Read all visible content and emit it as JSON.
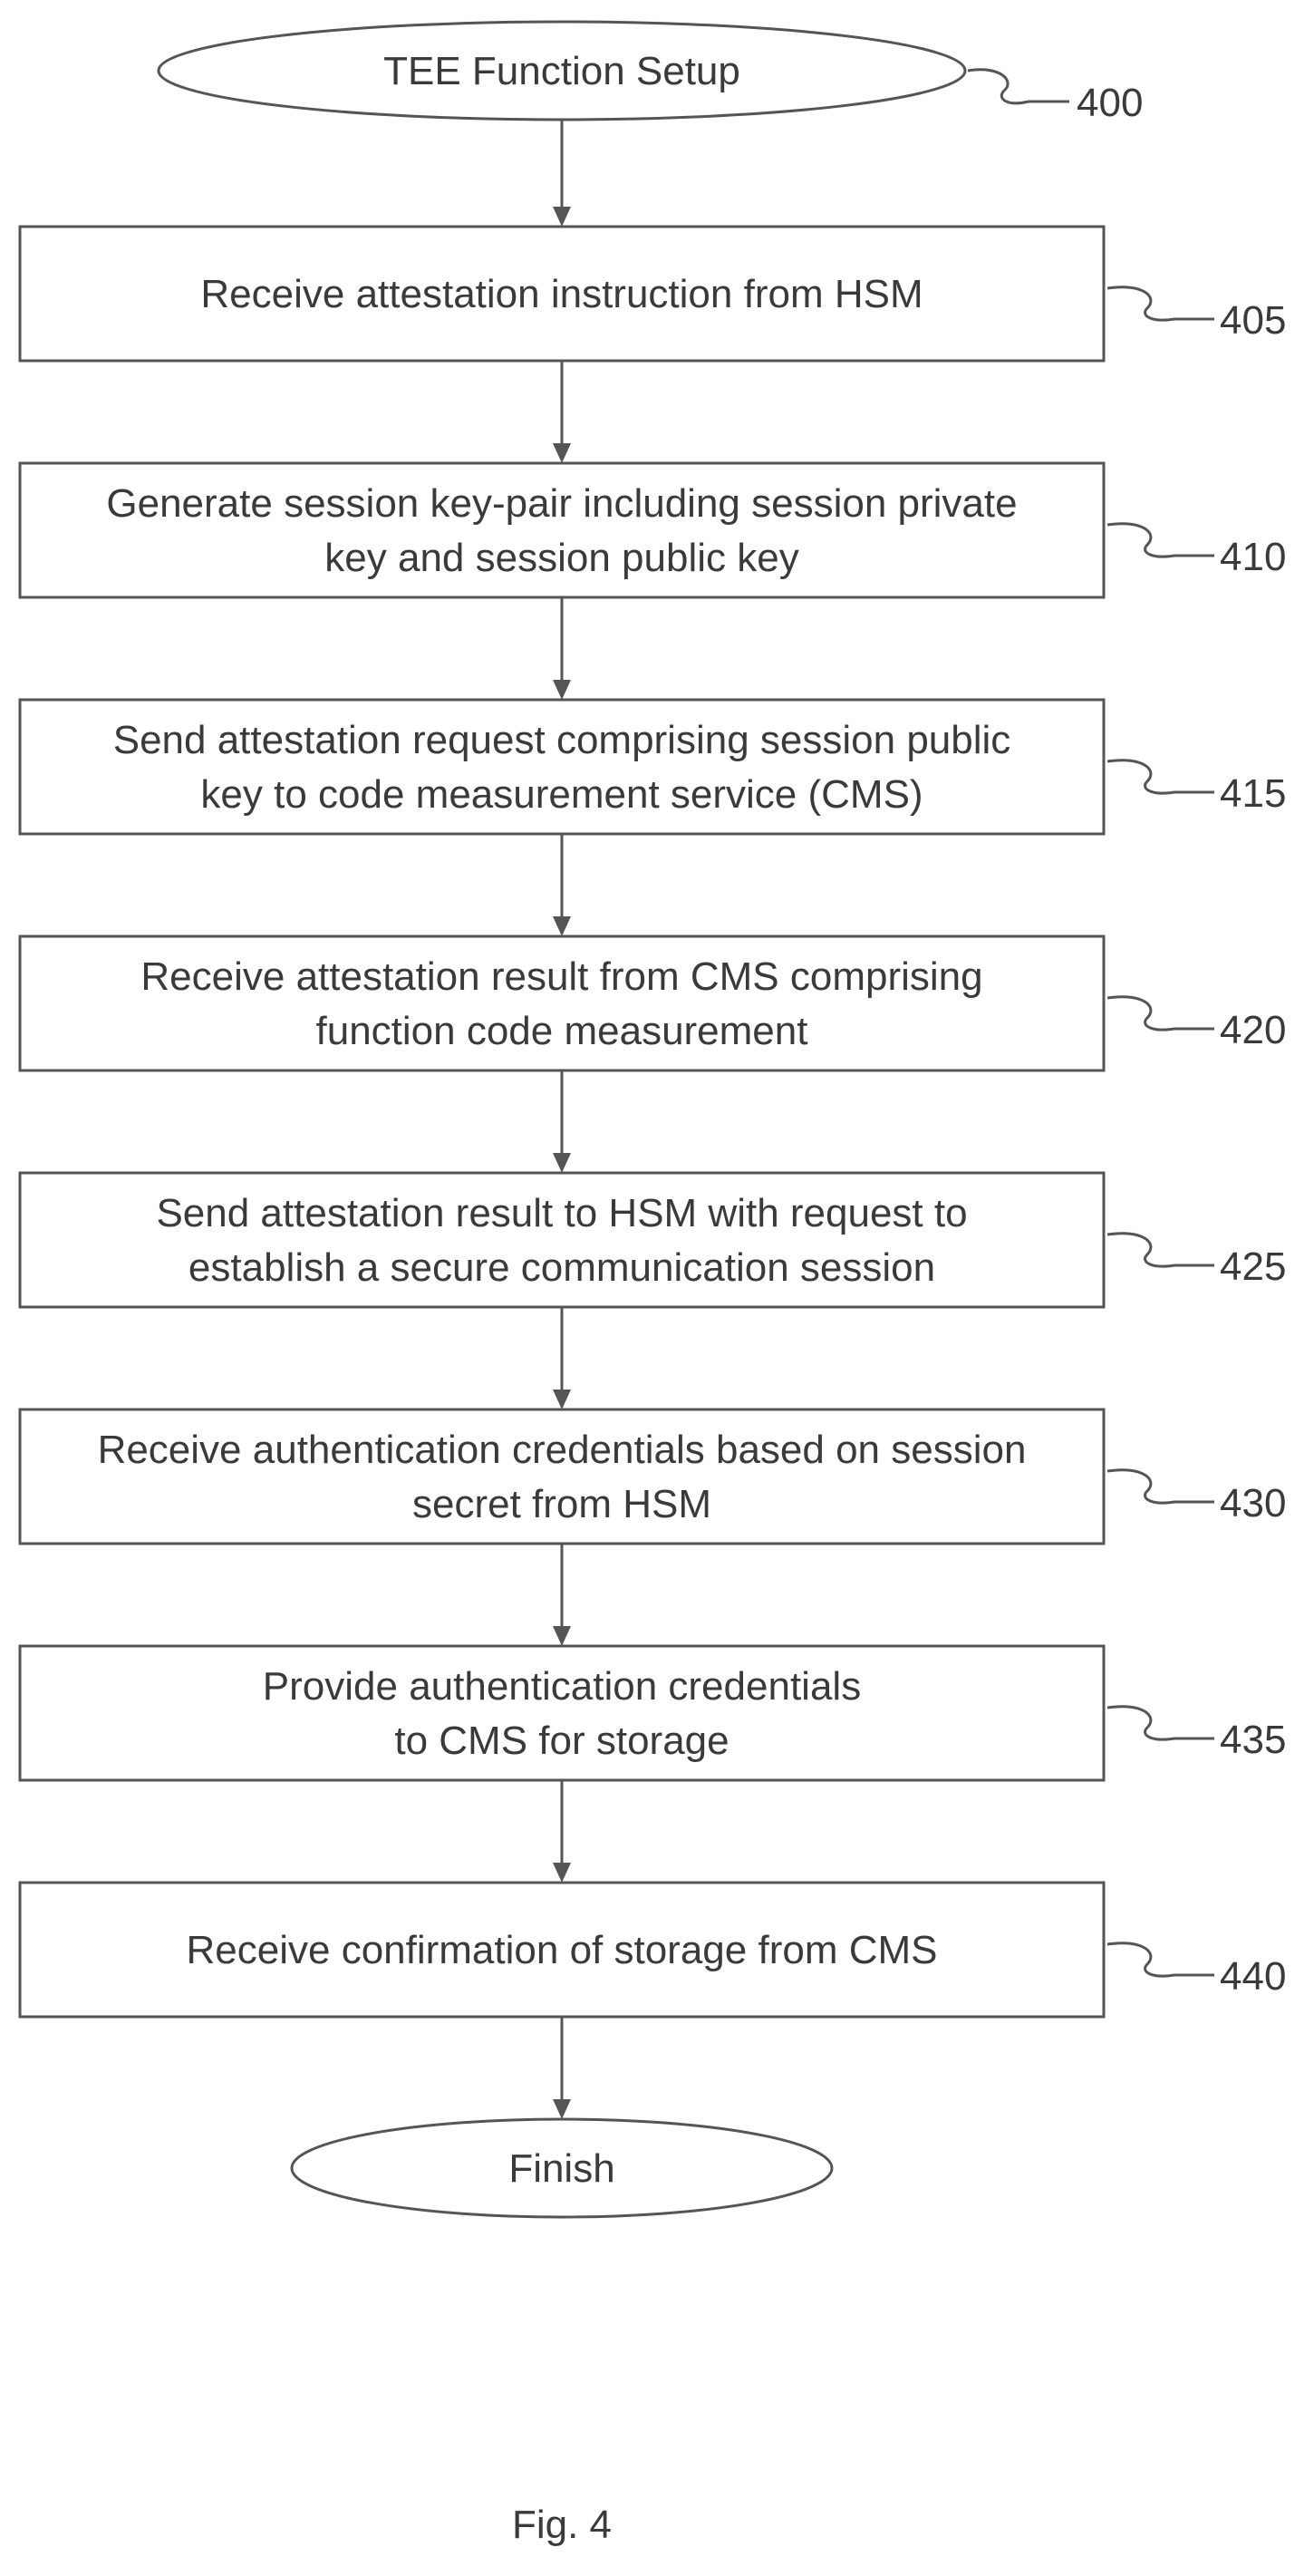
{
  "start": {
    "text": "TEE Function Setup",
    "ref": "400"
  },
  "steps": [
    {
      "lines": [
        "Receive attestation instruction from HSM"
      ],
      "ref": "405"
    },
    {
      "lines": [
        "Generate session key-pair including session private",
        "key and session public key"
      ],
      "ref": "410"
    },
    {
      "lines": [
        "Send attestation request comprising session public",
        "key to code measurement service (CMS)"
      ],
      "ref": "415"
    },
    {
      "lines": [
        "Receive attestation result from CMS comprising",
        "function code measurement"
      ],
      "ref": "420"
    },
    {
      "lines": [
        "Send attestation result to HSM with request to",
        "establish a secure communication session"
      ],
      "ref": "425"
    },
    {
      "lines": [
        "Receive authentication credentials based on session",
        "secret from HSM"
      ],
      "ref": "430"
    },
    {
      "lines": [
        "Provide authentication credentials",
        "to CMS for storage"
      ],
      "ref": "435"
    },
    {
      "lines": [
        "Receive confirmation of storage from CMS"
      ],
      "ref": "440"
    }
  ],
  "end": {
    "text": "Finish"
  },
  "figure_label": "Fig. 4",
  "colors": {
    "stroke": "#555555",
    "text": "#3a3a3a",
    "background": "#ffffff"
  }
}
